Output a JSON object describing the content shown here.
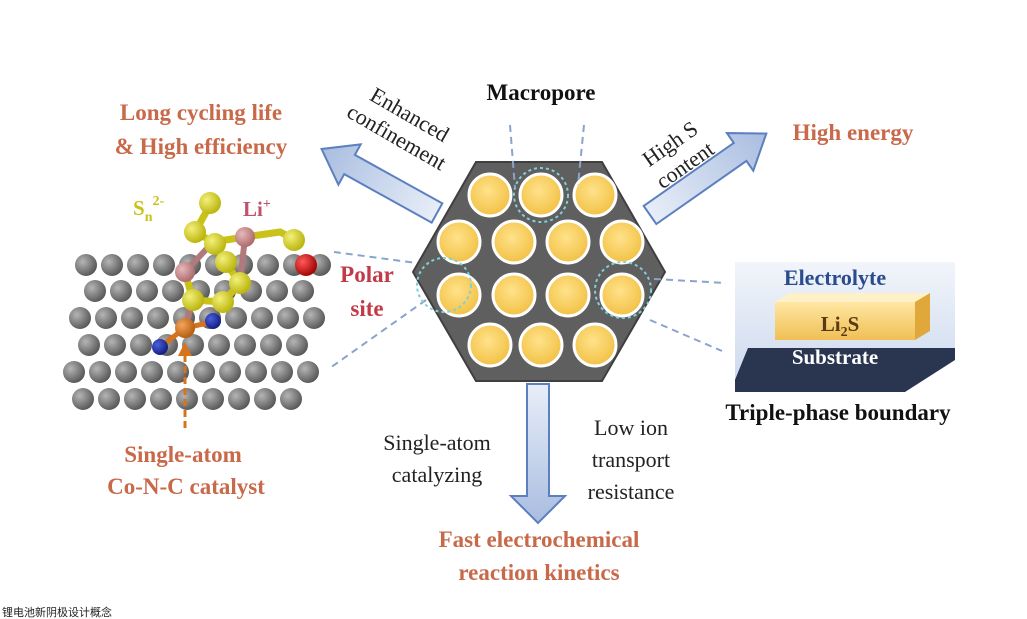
{
  "labels": {
    "top_center": "Macropore",
    "left_arrow_line1": "Enhanced",
    "left_arrow_line2": "confinement",
    "right_arrow_line1": "High S",
    "right_arrow_line2": "content",
    "left_outcome_line1": "Long cycling life",
    "left_outcome_line2": "& High efficiency",
    "right_outcome": "High energy",
    "polar_line1": "Polar",
    "polar_line2": "site",
    "sn_base": "S",
    "sn_sub": "n",
    "sn_sup": "2-",
    "li_base": "Li",
    "li_sup": "+",
    "catalyst_line1": "Single-atom",
    "catalyst_line2": "Co-N-C catalyst",
    "bottom_left_line1": "Single-atom",
    "bottom_left_line2": "catalyzing",
    "bottom_right_line1": "Low ion",
    "bottom_right_line2": "transport",
    "bottom_right_line3": "resistance",
    "bottom_outcome_line1": "Fast electrochemical",
    "bottom_outcome_line2": "reaction kinetics",
    "electrolyte": "Electrolyte",
    "li2s_base": "Li",
    "li2s_sub": "2",
    "li2s_tail": "S",
    "substrate": "Substrate",
    "triple_phase": "Triple-phase boundary"
  },
  "footer": "锂电池新阴极设计概念",
  "colors": {
    "orange_text": "#c8694a",
    "arrow_fill": "#c9d6ec",
    "arrow_stroke": "#5b7fbf",
    "hexagon": "#5f5f5f",
    "pore": "#f7cc5c",
    "carbon_atom": "#6e6e6e",
    "sulfur_atom": "#d6d21e",
    "lithium_atom": "#c58a8c",
    "nitrogen_atom": "#1c2fa8",
    "cobalt_atom": "#d7741b",
    "oxygen_atom": "#d41414"
  },
  "icons": [
    "hexagon-pore-icon",
    "atomic-structure-icon",
    "layer-stack-icon"
  ]
}
